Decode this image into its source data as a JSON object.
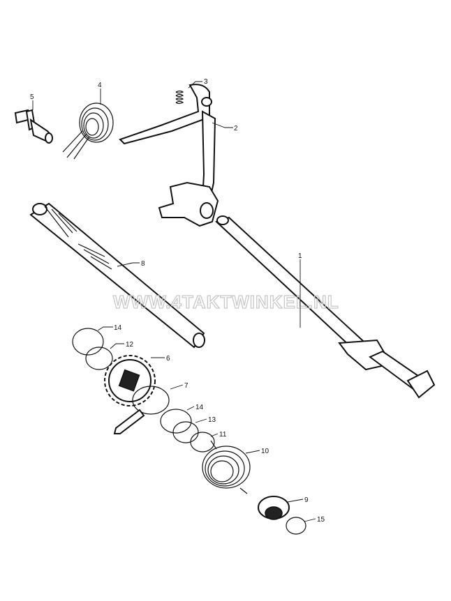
{
  "watermark": "WWW.4TAKTWINKEL.NL",
  "parts": [
    {
      "id": "part-1",
      "label": "1"
    },
    {
      "id": "part-2",
      "label": "2"
    },
    {
      "id": "part-3",
      "label": "3"
    },
    {
      "id": "part-4",
      "label": "4"
    },
    {
      "id": "part-5",
      "label": "5"
    },
    {
      "id": "part-6",
      "label": "6"
    },
    {
      "id": "part-7",
      "label": "7"
    },
    {
      "id": "part-8",
      "label": "8"
    },
    {
      "id": "part-9",
      "label": "9"
    },
    {
      "id": "part-10",
      "label": "10"
    },
    {
      "id": "part-11",
      "label": "11"
    },
    {
      "id": "part-12",
      "label": "12"
    },
    {
      "id": "part-13",
      "label": "13"
    },
    {
      "id": "part-14a",
      "label": "14"
    },
    {
      "id": "part-14b",
      "label": "14"
    },
    {
      "id": "part-15",
      "label": "15"
    }
  ]
}
